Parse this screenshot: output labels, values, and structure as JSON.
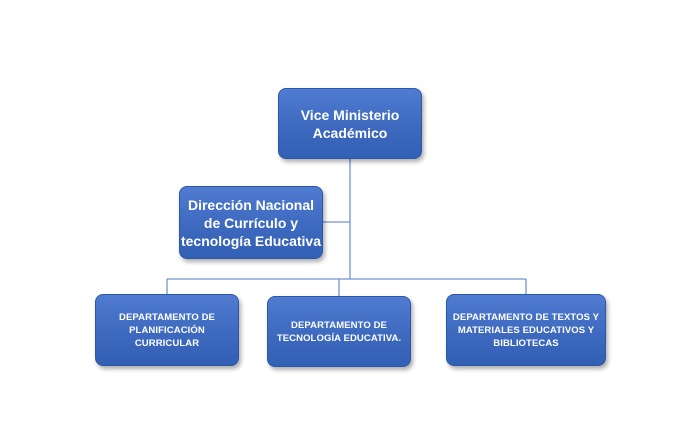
{
  "diagram": {
    "nodes": [
      {
        "id": "vice",
        "label": "Vice Ministerio\nAcadémico"
      },
      {
        "id": "direccion",
        "label": "Dirección Nacional\nde Currículo y\ntecnología Educativa"
      },
      {
        "id": "planificacion",
        "label": "DEPARTAMENTO DE\nPLANIFICACIÓN\nCURRICULAR"
      },
      {
        "id": "tecnologia",
        "label": "DEPARTAMENTO DE\nTECNOLOGÍA EDUCATIVA."
      },
      {
        "id": "textos",
        "label": "DEPARTAMENTO DE TEXTOS Y\nMATERIALES EDUCATIVOS Y\nBIBLIOTECAS"
      }
    ],
    "edges": [
      {
        "from": "vice",
        "to": "direccion"
      },
      {
        "from": "vice",
        "to": "planificacion"
      },
      {
        "from": "vice",
        "to": "tecnologia"
      },
      {
        "from": "vice",
        "to": "textos"
      }
    ],
    "colors": {
      "node_fill": "#4472c4",
      "node_border": "#2c57a6",
      "text": "#ffffff",
      "connector": "#6f93d3"
    }
  }
}
